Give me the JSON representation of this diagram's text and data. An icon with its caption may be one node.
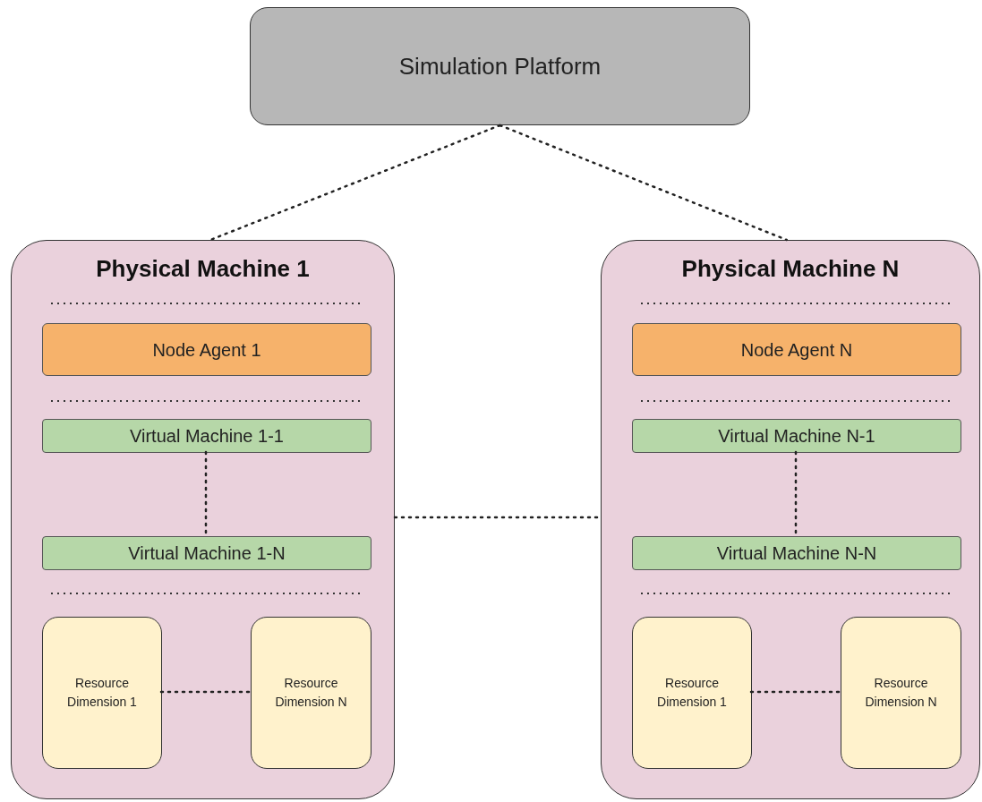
{
  "diagram": {
    "nodes": [
      {
        "text": [
          "Simulation Platform"
        ]
      },
      {
        "text": [
          "Physical Machine 1"
        ]
      },
      {
        "text": [
          "Node Agent 1"
        ],
        "in": 1
      },
      {
        "text": [
          "Virtual Machine 1-1"
        ],
        "in": 1
      },
      {
        "text": [
          "Virtual Machine 1-N"
        ],
        "in": 1
      },
      {
        "text": [
          "Resource Dimension 1"
        ],
        "in": 1
      },
      {
        "text": [
          "Resource Dimension N"
        ],
        "in": 1
      },
      {
        "text": [
          "Physical Machine N"
        ]
      },
      {
        "text": [
          "Node Agent N"
        ],
        "in": 7
      },
      {
        "text": [
          "Virtual Machine N-1"
        ],
        "in": 7
      },
      {
        "text": [
          "Virtual Machine N-N"
        ],
        "in": 7
      },
      {
        "text": [
          "Resource Dimension 1"
        ],
        "in": 7
      },
      {
        "text": [
          "Resource Dimension N"
        ],
        "in": 7
      }
    ],
    "edges": [
      {
        "from": 0,
        "to": 1,
        "arrow": "none",
        "style": "dashed"
      },
      {
        "from": 0,
        "to": 7,
        "arrow": "none",
        "style": "dashed"
      },
      {
        "from": 3,
        "to": 4,
        "arrow": "none",
        "style": "dashed"
      },
      {
        "from": 5,
        "to": 6,
        "arrow": "none",
        "style": "dashed"
      },
      {
        "from": 1,
        "to": 7,
        "arrow": "none",
        "style": "dashed"
      },
      {
        "from": 9,
        "to": 10,
        "arrow": "none",
        "style": "dashed"
      },
      {
        "from": 11,
        "to": 12,
        "arrow": "none",
        "style": "dashed"
      }
    ]
  }
}
